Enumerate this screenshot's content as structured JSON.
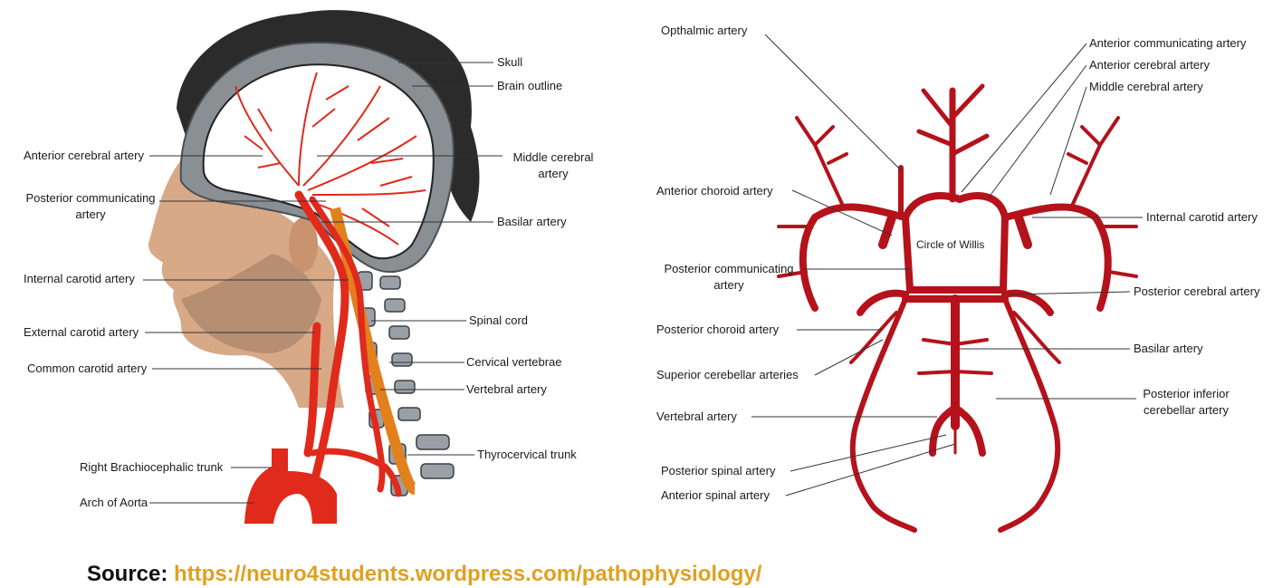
{
  "colors": {
    "artery": "#b5121b",
    "artery_left": "#e02a1c",
    "hair": "#2b2b2b",
    "skull": "#8a8f94",
    "skin": "#d7a986",
    "spinal": "#e2801c",
    "source_url": "#e0a020"
  },
  "left_diagram": {
    "labels": {
      "skull": "Skull",
      "brain_outline": "Brain outline",
      "anterior_cerebral": "Anterior cerebral artery",
      "middle_cerebral_1": "Middle cerebral",
      "middle_cerebral_2": "artery",
      "posterior_communicating_1": "Posterior communicating",
      "posterior_communicating_2": "artery",
      "basilar": "Basilar artery",
      "internal_carotid": "Internal carotid artery",
      "spinal_cord": "Spinal cord",
      "external_carotid": "External carotid artery",
      "cervical_vertebrae": "Cervical vertebrae",
      "common_carotid": "Common carotid artery",
      "vertebral": "Vertebral artery",
      "thyrocervical": "Thyrocervical trunk",
      "right_brachiocephalic": "Right Brachiocephalic trunk",
      "arch_of_aorta": "Arch of Aorta"
    }
  },
  "right_diagram": {
    "labels": {
      "opthalmic": "Opthalmic artery",
      "anterior_communicating": "Anterior communicating artery",
      "anterior_cerebral": "Anterior cerebral artery",
      "middle_cerebral": "Middle cerebral artery",
      "anterior_choroid": "Anterior choroid artery",
      "internal_carotid": "Internal carotid artery",
      "circle_of_willis": "Circle of Willis",
      "posterior_communicating_1": "Posterior communicating",
      "posterior_communicating_2": "artery",
      "posterior_cerebral": "Posterior cerebral artery",
      "posterior_choroid": "Posterior choroid artery",
      "basilar": "Basilar artery",
      "superior_cerebellar": "Superior cerebellar arteries",
      "pica_1": "Posterior inferior",
      "pica_2": "cerebellar artery",
      "vertebral": "Vertebral artery",
      "posterior_spinal": "Posterior spinal artery",
      "anterior_spinal": "Anterior spinal artery"
    }
  },
  "source": {
    "prefix": "Source:",
    "url": "https://neuro4students.wordpress.com/pathophysiology/"
  }
}
